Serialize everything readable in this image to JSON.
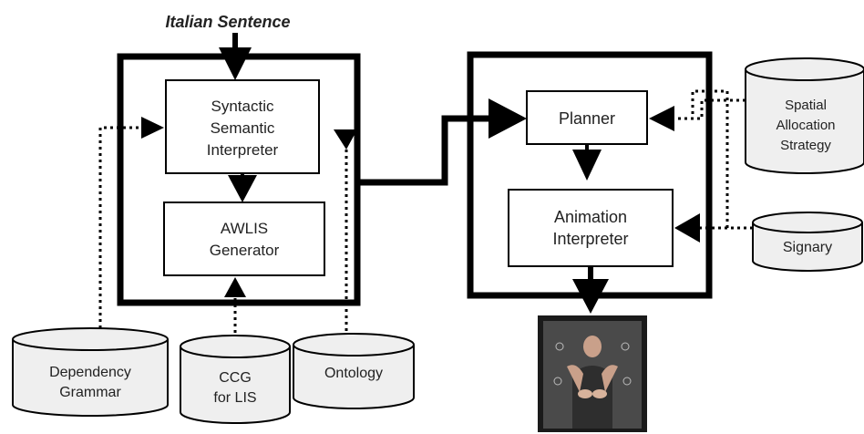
{
  "input_label": "Italian Sentence",
  "left_module": {
    "interpreter": [
      "Syntactic",
      "Semantic",
      "Interpreter"
    ],
    "generator": [
      "AWLIS",
      "Generator"
    ]
  },
  "right_module": {
    "planner": "Planner",
    "animation": [
      "Animation",
      "Interpreter"
    ]
  },
  "databases": {
    "dependency_grammar": [
      "Dependency",
      "Grammar"
    ],
    "ccg": [
      "CCG",
      "for LIS"
    ],
    "ontology": "Ontology",
    "spatial": [
      "Spatial",
      "Allocation",
      "Strategy"
    ],
    "signary": "Signary"
  },
  "output": {
    "description": "signing avatar image"
  },
  "colors": {
    "line": "#000000",
    "box_fill": "#ffffff",
    "cylinder_fill": "#efefef",
    "avatar_bg": "#4a4a4a"
  }
}
